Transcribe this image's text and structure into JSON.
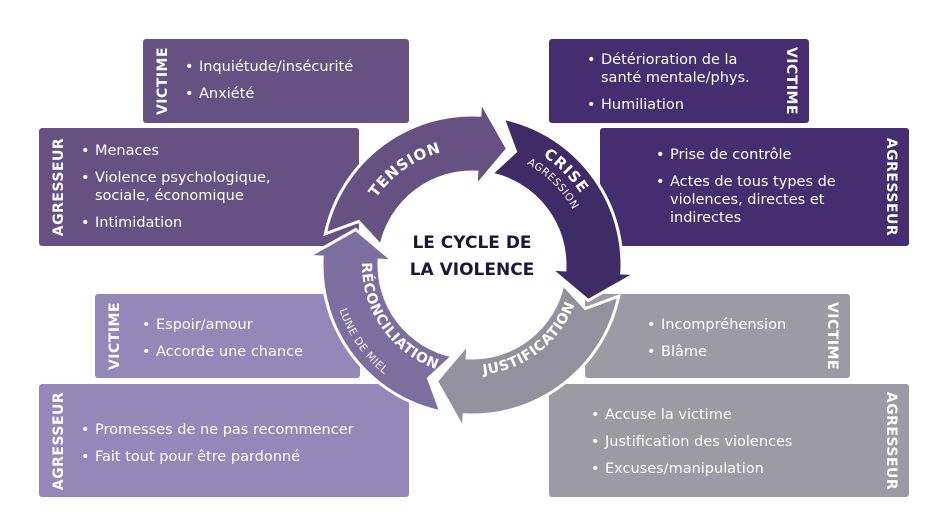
{
  "title": {
    "line1": "LE CYCLE DE",
    "line2": "LA VIOLENCE"
  },
  "colors": {
    "tension": "#655283",
    "crise": "#3f2b66",
    "justification": "#93919d",
    "reconciliation": "#7c6fa0",
    "title_text": "#1e1638"
  },
  "phases": [
    {
      "id": "tension",
      "name": "TENSION",
      "subtitle": "",
      "victime_label": "VICTIME",
      "victime": [
        "Inquiétude/insécurité",
        "Anxiété"
      ],
      "agresseur_label": "AGRESSEUR",
      "agresseur": [
        "Menaces",
        "Violence psychologique, sociale, économique",
        "Intimidation"
      ]
    },
    {
      "id": "crise",
      "name": "CRISE",
      "subtitle": "AGRESSION",
      "victime_label": "VICTIME",
      "victime": [
        "Détérioration de la santé mentale/phys.",
        "Humiliation"
      ],
      "agresseur_label": "AGRESSEUR",
      "agresseur": [
        "Prise de contrôle",
        "Actes de tous types de violences, directes et indirectes"
      ]
    },
    {
      "id": "justification",
      "name": "JUSTIFICATION",
      "subtitle": "",
      "victime_label": "VICTIME",
      "victime": [
        "Incompréhension",
        "Blâme"
      ],
      "agresseur_label": "AGRESSEUR",
      "agresseur": [
        "Accuse la victime",
        "Justification des violences",
        "Excuses/manipulation"
      ]
    },
    {
      "id": "reconciliation",
      "name": "RÉCONCILIATION",
      "subtitle": "LUNE DE MIEL",
      "victime_label": "VICTIME",
      "victime": [
        "Espoir/amour",
        "Accorde une chance"
      ],
      "agresseur_label": "AGRESSEUR",
      "agresseur": [
        "Promesses de ne pas recommencer",
        "Fait tout pour être pardonné"
      ]
    }
  ]
}
